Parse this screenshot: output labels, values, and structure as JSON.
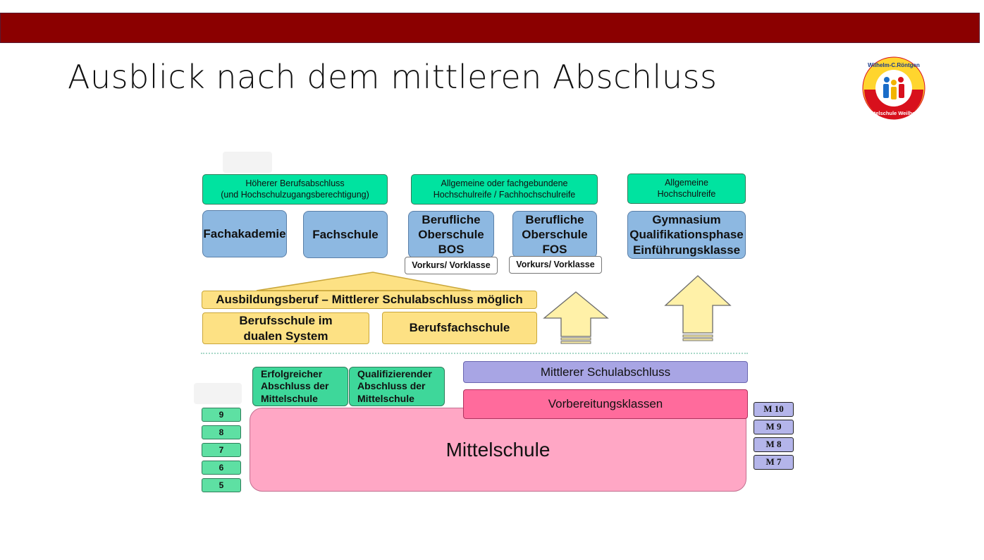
{
  "slide": {
    "title": "Ausblick nach dem mittleren Abschluss"
  },
  "logo": {
    "text_top": "Wilhelm-C.Röntgen",
    "text_bottom": "Mittelschule Weilheim"
  },
  "diagram": {
    "goals": {
      "higher_vocational": "Höherer Berufsabschluss\n(und Hochschulzugangsberechtigung)",
      "university_entrance": "Allgemeine oder fachgebundene\nHochschulreife / Fachhochschulreife",
      "general_entrance": "Allgemeine\nHochschulreife"
    },
    "schools": {
      "fachakademie": "Fachakademie",
      "fachschule": "Fachschule",
      "bos": "Berufliche\nOberschule\nBOS",
      "fos": "Berufliche\nOberschule\nFOS",
      "gymnasium": "Gymnasium\nQualifikationsphase\nEinführungsklasse"
    },
    "prep": {
      "bos_prep": "Vorkurs/ Vorklasse",
      "fos_prep": "Vorkurs/ Vorklasse"
    },
    "vocational": {
      "ausbildung": "Ausbildungsberuf – Mittlerer Schulabschluss möglich",
      "berufsschule": "Berufsschule im\ndualen System",
      "berufsfachschule": "Berufsfachschule"
    },
    "middle_school": {
      "erfolgreicher": "Erfolgreicher\nAbschluss der\nMittelschule",
      "qualifizierender": "Qualifizierender\nAbschluss der\nMittelschule",
      "mittlerer": "Mittlerer Schulabschluss",
      "vorbereitung": "Vorbereitungsklassen",
      "mittelschule": "Mittelschule",
      "grades": [
        "9",
        "8",
        "7",
        "6",
        "5"
      ],
      "m_grades": [
        "M 10",
        "M 9",
        "M 8",
        "M 7"
      ]
    },
    "colors": {
      "header_bar": "#8b0000",
      "goal_green": "#00e3a0",
      "school_blue": "#8db8e1",
      "vocational_yellow": "#fde184",
      "mittelschule_pink": "#ffa7c5",
      "vorbereitung_pink": "#ff6b9c",
      "mittlerer_lavender": "#a8a5e4"
    }
  }
}
